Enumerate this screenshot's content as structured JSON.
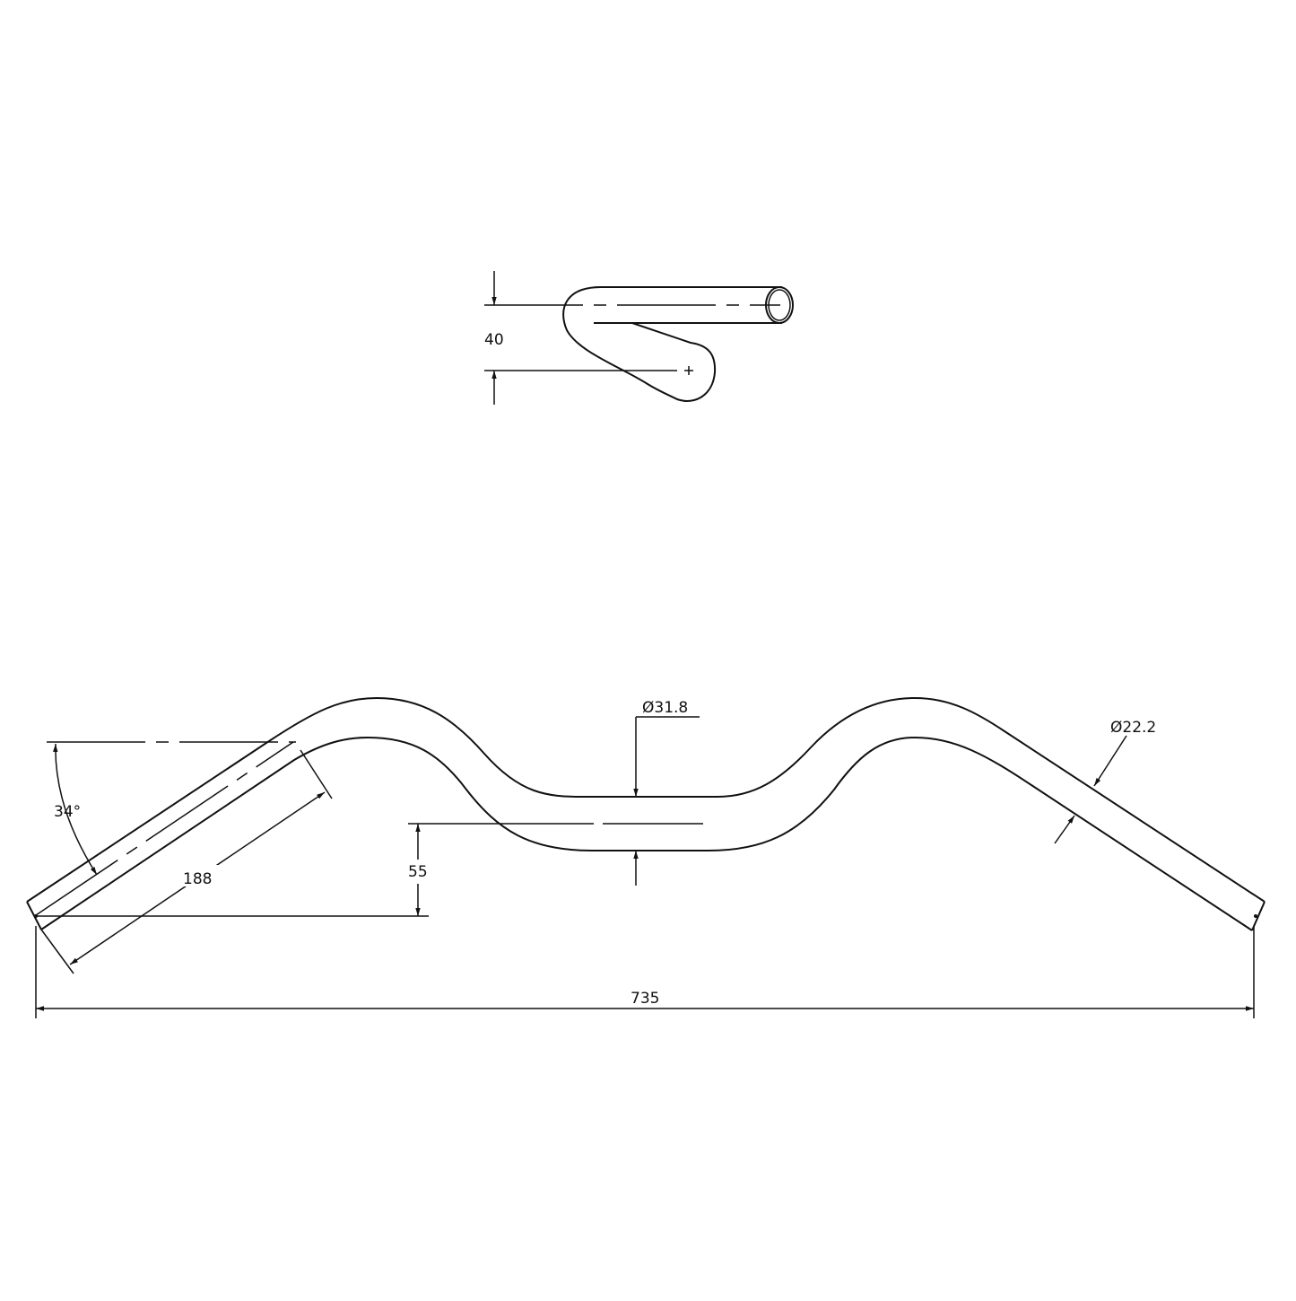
{
  "drawing": {
    "subject": "handlebar",
    "top_view": {
      "dimensions": {
        "rise": "40"
      }
    },
    "front_view": {
      "dimensions": {
        "angle": "34°",
        "grip_length": "188",
        "center_offset": "55",
        "center_diameter": "Ø31.8",
        "grip_diameter": "Ø22.2",
        "overall_width": "735"
      }
    },
    "colors": {
      "line": "#111111",
      "background": "#ffffff"
    }
  }
}
